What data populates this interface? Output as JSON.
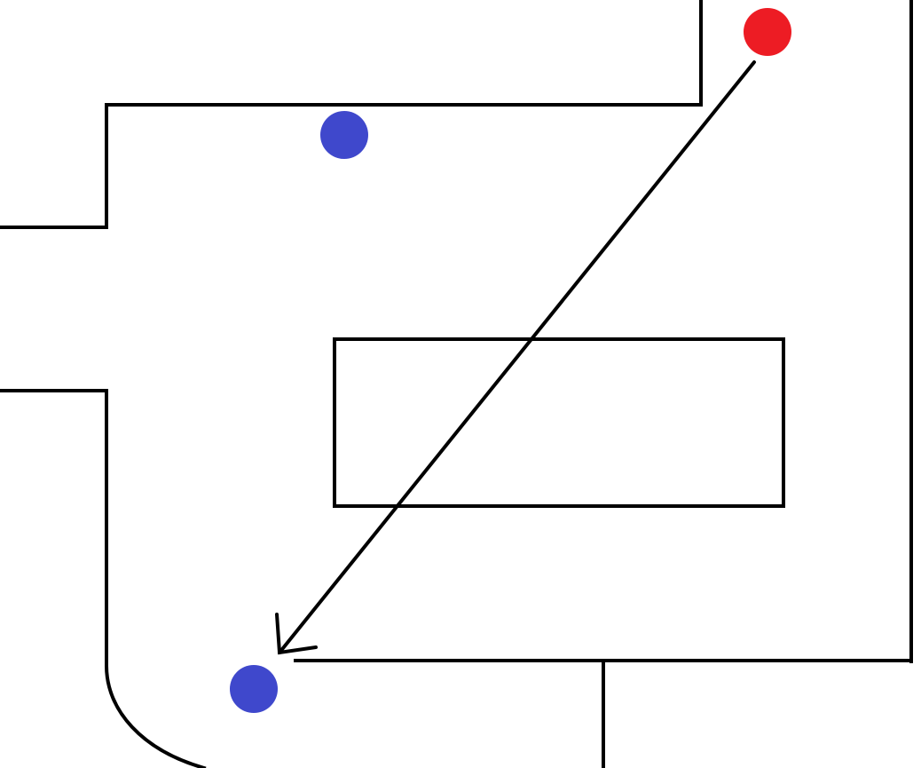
{
  "colors": {
    "background": "#ffffff",
    "wall": "#000000",
    "arrow": "#000000",
    "start_point": "#ed1c24",
    "target_point": "#3f48cc"
  },
  "markers": [
    {
      "name": "red-point",
      "color_key": "start_point"
    },
    {
      "name": "blue-point-top",
      "color_key": "target_point"
    },
    {
      "name": "blue-point-bottom",
      "color_key": "target_point"
    }
  ],
  "arrow": {
    "from": "red-point",
    "to": "blue-point-bottom",
    "head": "open-chevron"
  },
  "obstacle": {
    "shape": "rectangle",
    "fill": "none"
  }
}
